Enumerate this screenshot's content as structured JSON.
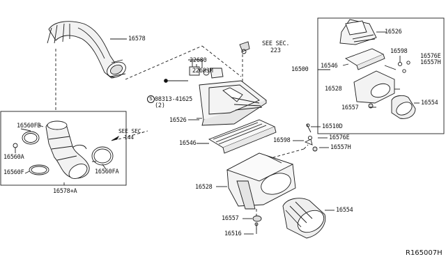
{
  "labels": {
    "p16578": "16578",
    "p22680": "22680",
    "p22683M": "22683M",
    "see_sec_223_line1": "SEE SEC.",
    "see_sec_223_line2": "223",
    "bolt_code": "08313-41625",
    "bolt_qty": "(2)",
    "bolt_circle": "S",
    "p16526_main": "16526",
    "p16546_main": "16546",
    "p16598_main": "16598",
    "p16510D": "16510D",
    "p16576E_main": "16576E",
    "p16557H_main": "16557H",
    "p16528_main": "16528",
    "p16554_main": "16554",
    "p16557_main": "16557",
    "p16516": "16516",
    "p16560FB": "16560FB",
    "p16560A": "16560A",
    "p16560F": "16560F",
    "p16560FA": "16560FA",
    "see_sec_144_line1": "SEE SEC.",
    "see_sec_144_line2": "144",
    "p16578A": "16578+A",
    "p16500": "16500",
    "p16526_inset": "16526",
    "p16598_inset": "16598",
    "p16576E_inset": "16576E",
    "p16557H_inset": "16557H",
    "p16546_inset": "16546",
    "p16528_inset": "16528",
    "p16557_inset": "16557",
    "p16554_inset": "16554",
    "ref_code": "R165007H"
  }
}
